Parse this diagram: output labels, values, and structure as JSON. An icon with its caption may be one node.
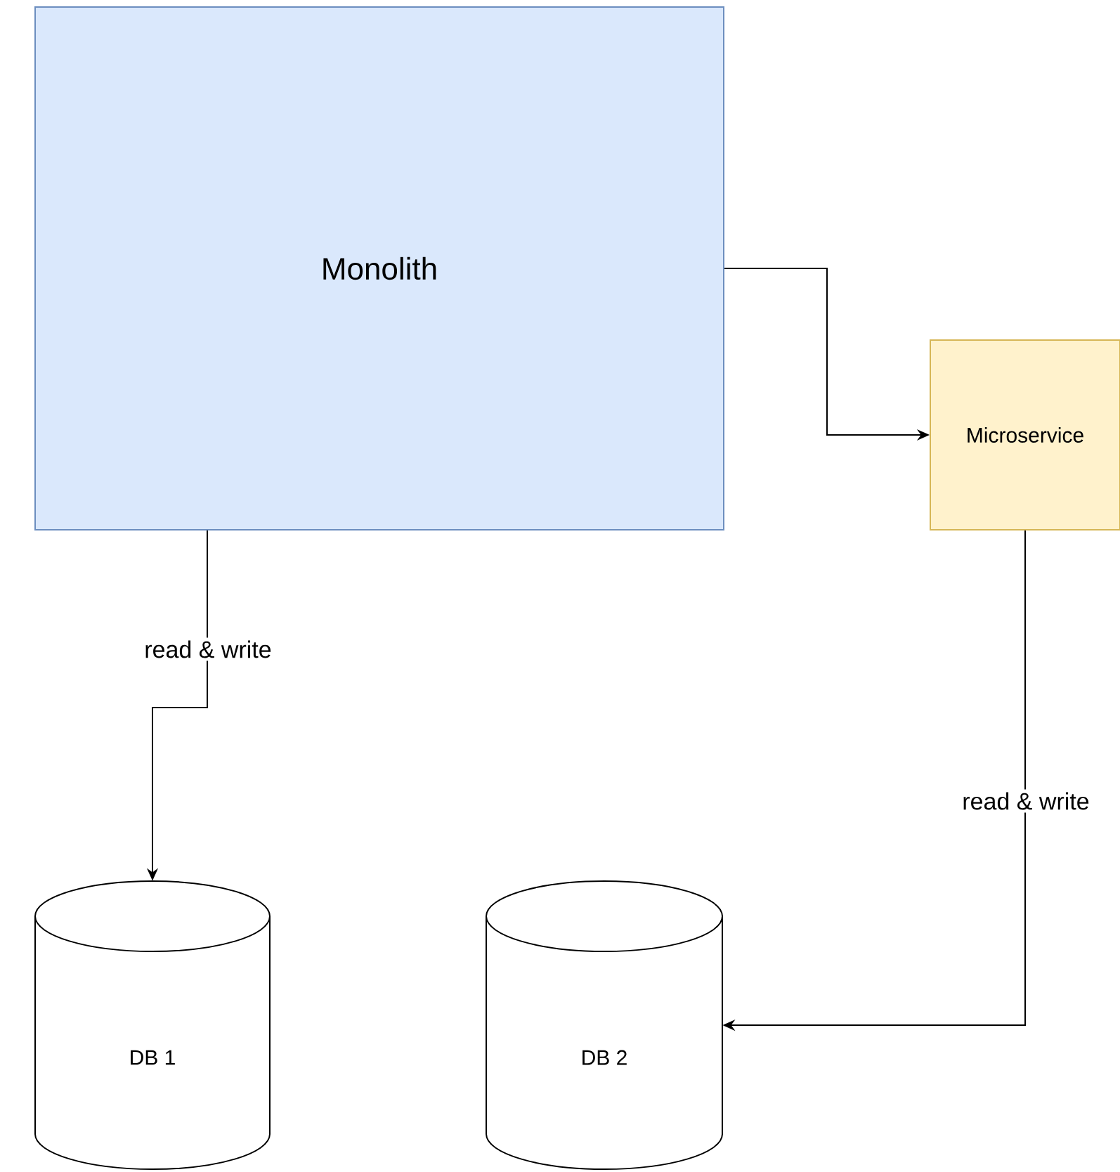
{
  "diagram": {
    "nodes": [
      {
        "text": [
          "Monolith"
        ]
      },
      {
        "text": [
          "Microservice"
        ]
      },
      {
        "text": [
          "DB 1"
        ]
      },
      {
        "text": [
          "DB 2"
        ]
      }
    ],
    "edges": [
      {
        "from": 0,
        "to": 1,
        "arrow": "to"
      },
      {
        "from": 0,
        "to": 2,
        "arrow": "to",
        "label": "read & write"
      },
      {
        "from": 1,
        "to": 3,
        "arrow": "to",
        "label": "read & write"
      }
    ]
  }
}
